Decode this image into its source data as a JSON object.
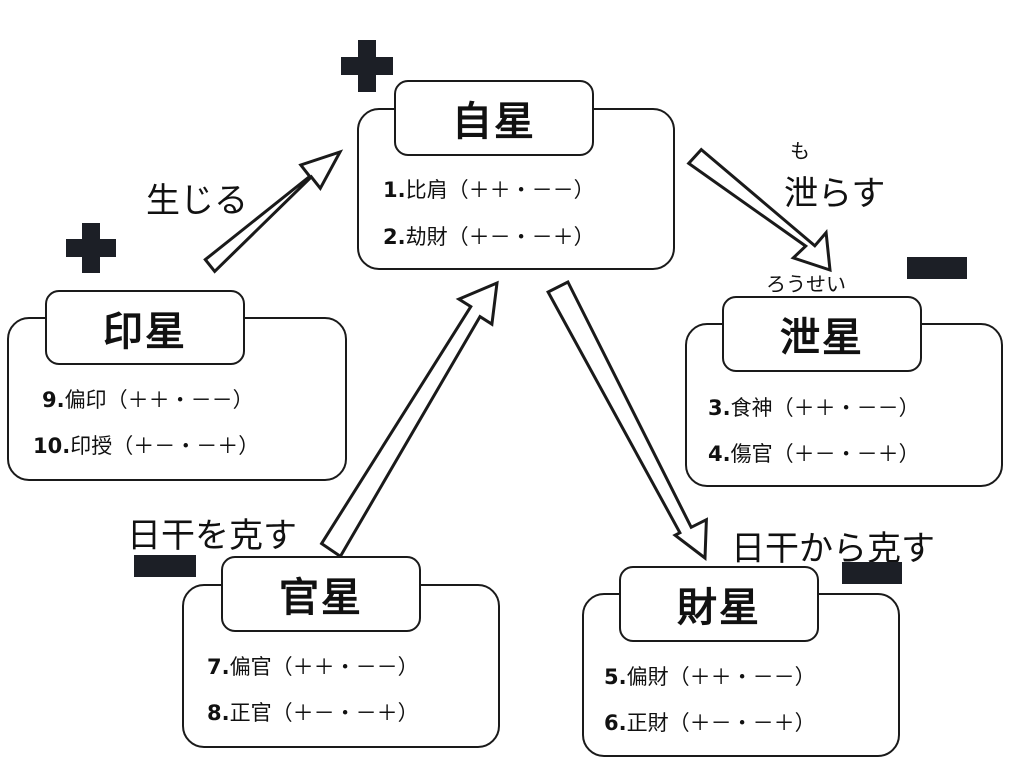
{
  "nodes": {
    "self": {
      "title": "自星",
      "items": [
        {
          "num": "1.",
          "name": "比肩",
          "code": "（＋＋・－－）"
        },
        {
          "num": "2.",
          "name": "劫財",
          "code": "（＋－・－＋）"
        }
      ]
    },
    "seal": {
      "title": "印星",
      "items": [
        {
          "num": "9.",
          "name": "偏印",
          "code": "（＋＋・－－）"
        },
        {
          "num": "10.",
          "name": "印授",
          "code": "（＋－・－＋）"
        }
      ]
    },
    "output": {
      "title": "泄星",
      "items": [
        {
          "num": "3.",
          "name": "食神",
          "code": "（＋＋・－－）"
        },
        {
          "num": "4.",
          "name": "傷官",
          "code": "（＋－・－＋）"
        }
      ]
    },
    "official": {
      "title": "官星",
      "items": [
        {
          "num": "7.",
          "name": "偏官",
          "code": "（＋＋・－－）"
        },
        {
          "num": "8.",
          "name": "正官",
          "code": "（＋－・－＋）"
        }
      ]
    },
    "wealth": {
      "title": "財星",
      "items": [
        {
          "num": "5.",
          "name": "偏財",
          "code": "（＋＋・－－）"
        },
        {
          "num": "6.",
          "name": "正財",
          "code": "（＋－・－＋）"
        }
      ]
    }
  },
  "labels": {
    "produce": "生じる",
    "drain": "泄らす",
    "drain_ruby": "も",
    "output_ruby": "ろうせい",
    "restrain_self": "日干を克す",
    "restrain_by_self": "日干から克す"
  },
  "signs": {
    "self": "plus",
    "seal": "plus",
    "output": "minus",
    "official": "minus",
    "wealth": "minus"
  },
  "colors": {
    "line": "#1a1a1a",
    "sign": "#1c1f26",
    "background": "#ffffff"
  }
}
